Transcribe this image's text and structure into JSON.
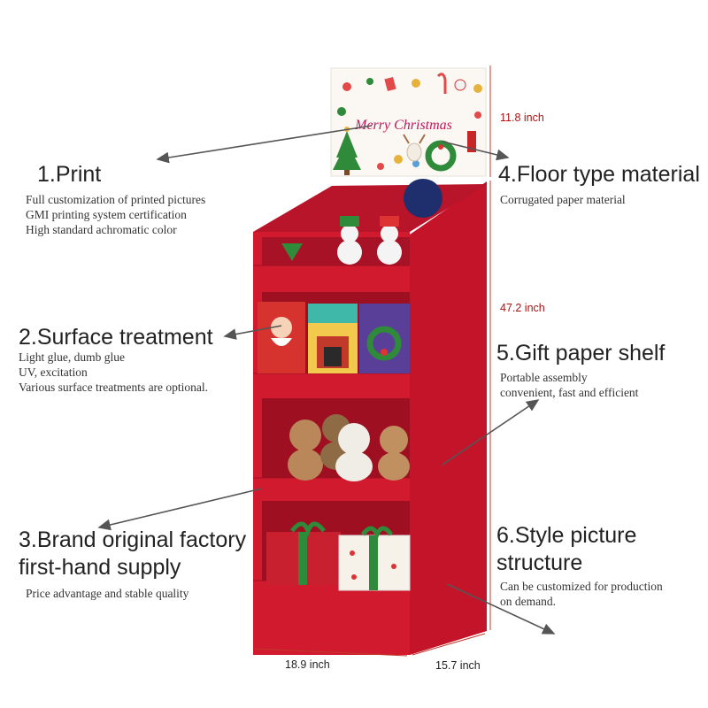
{
  "banner": {
    "text": "Merry Christmas"
  },
  "features": [
    {
      "title": "1.Print",
      "lines": [
        "Full customization of printed pictures",
        "GMI printing system certification",
        "High standard achromatic color"
      ]
    },
    {
      "title": "2.Surface treatment",
      "lines": [
        "Light glue, dumb glue",
        "UV, excitation",
        "Various surface treatments are optional."
      ]
    },
    {
      "title_lines": [
        "3.Brand original factory",
        "first-hand supply"
      ],
      "lines": [
        "Price advantage and stable quality"
      ]
    },
    {
      "title": "4.Floor type material",
      "lines": [
        "Corrugated paper material"
      ]
    },
    {
      "title": "5.Gift paper shelf",
      "lines": [
        "Portable assembly",
        "convenient, fast and efficient"
      ]
    },
    {
      "title_lines": [
        "6.Style picture",
        "structure"
      ],
      "lines": [
        "Can be customized for production",
        "on demand."
      ]
    }
  ],
  "dimensions": {
    "header_height": "11.8 inch",
    "body_height": "47.2 inch",
    "width": "18.9 inch",
    "depth": "15.7 inch"
  },
  "colors": {
    "shelf_red": "#d11a2e",
    "shelf_dark": "#b0122a",
    "shelf_side": "#c4142a",
    "dim_line": "#c0392b"
  }
}
